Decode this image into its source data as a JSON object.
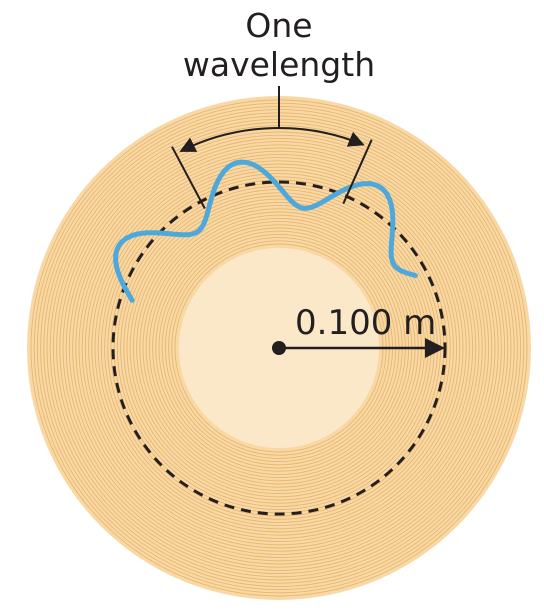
{
  "labels": {
    "wavelength_line1": "One",
    "wavelength_line2": "wavelength",
    "radius": "0.100 m"
  },
  "colors": {
    "disc_outer": "#f8d9a6",
    "disc_groove": "#e9b56d",
    "disc_inner": "#fbe8c9",
    "wave": "#4da8dc",
    "ink": "#231f20",
    "background": "#ffffff"
  },
  "diagram": {
    "disc_grooves": "concentric",
    "wave_periods_shown": 3,
    "orbit_style": "dashed"
  }
}
